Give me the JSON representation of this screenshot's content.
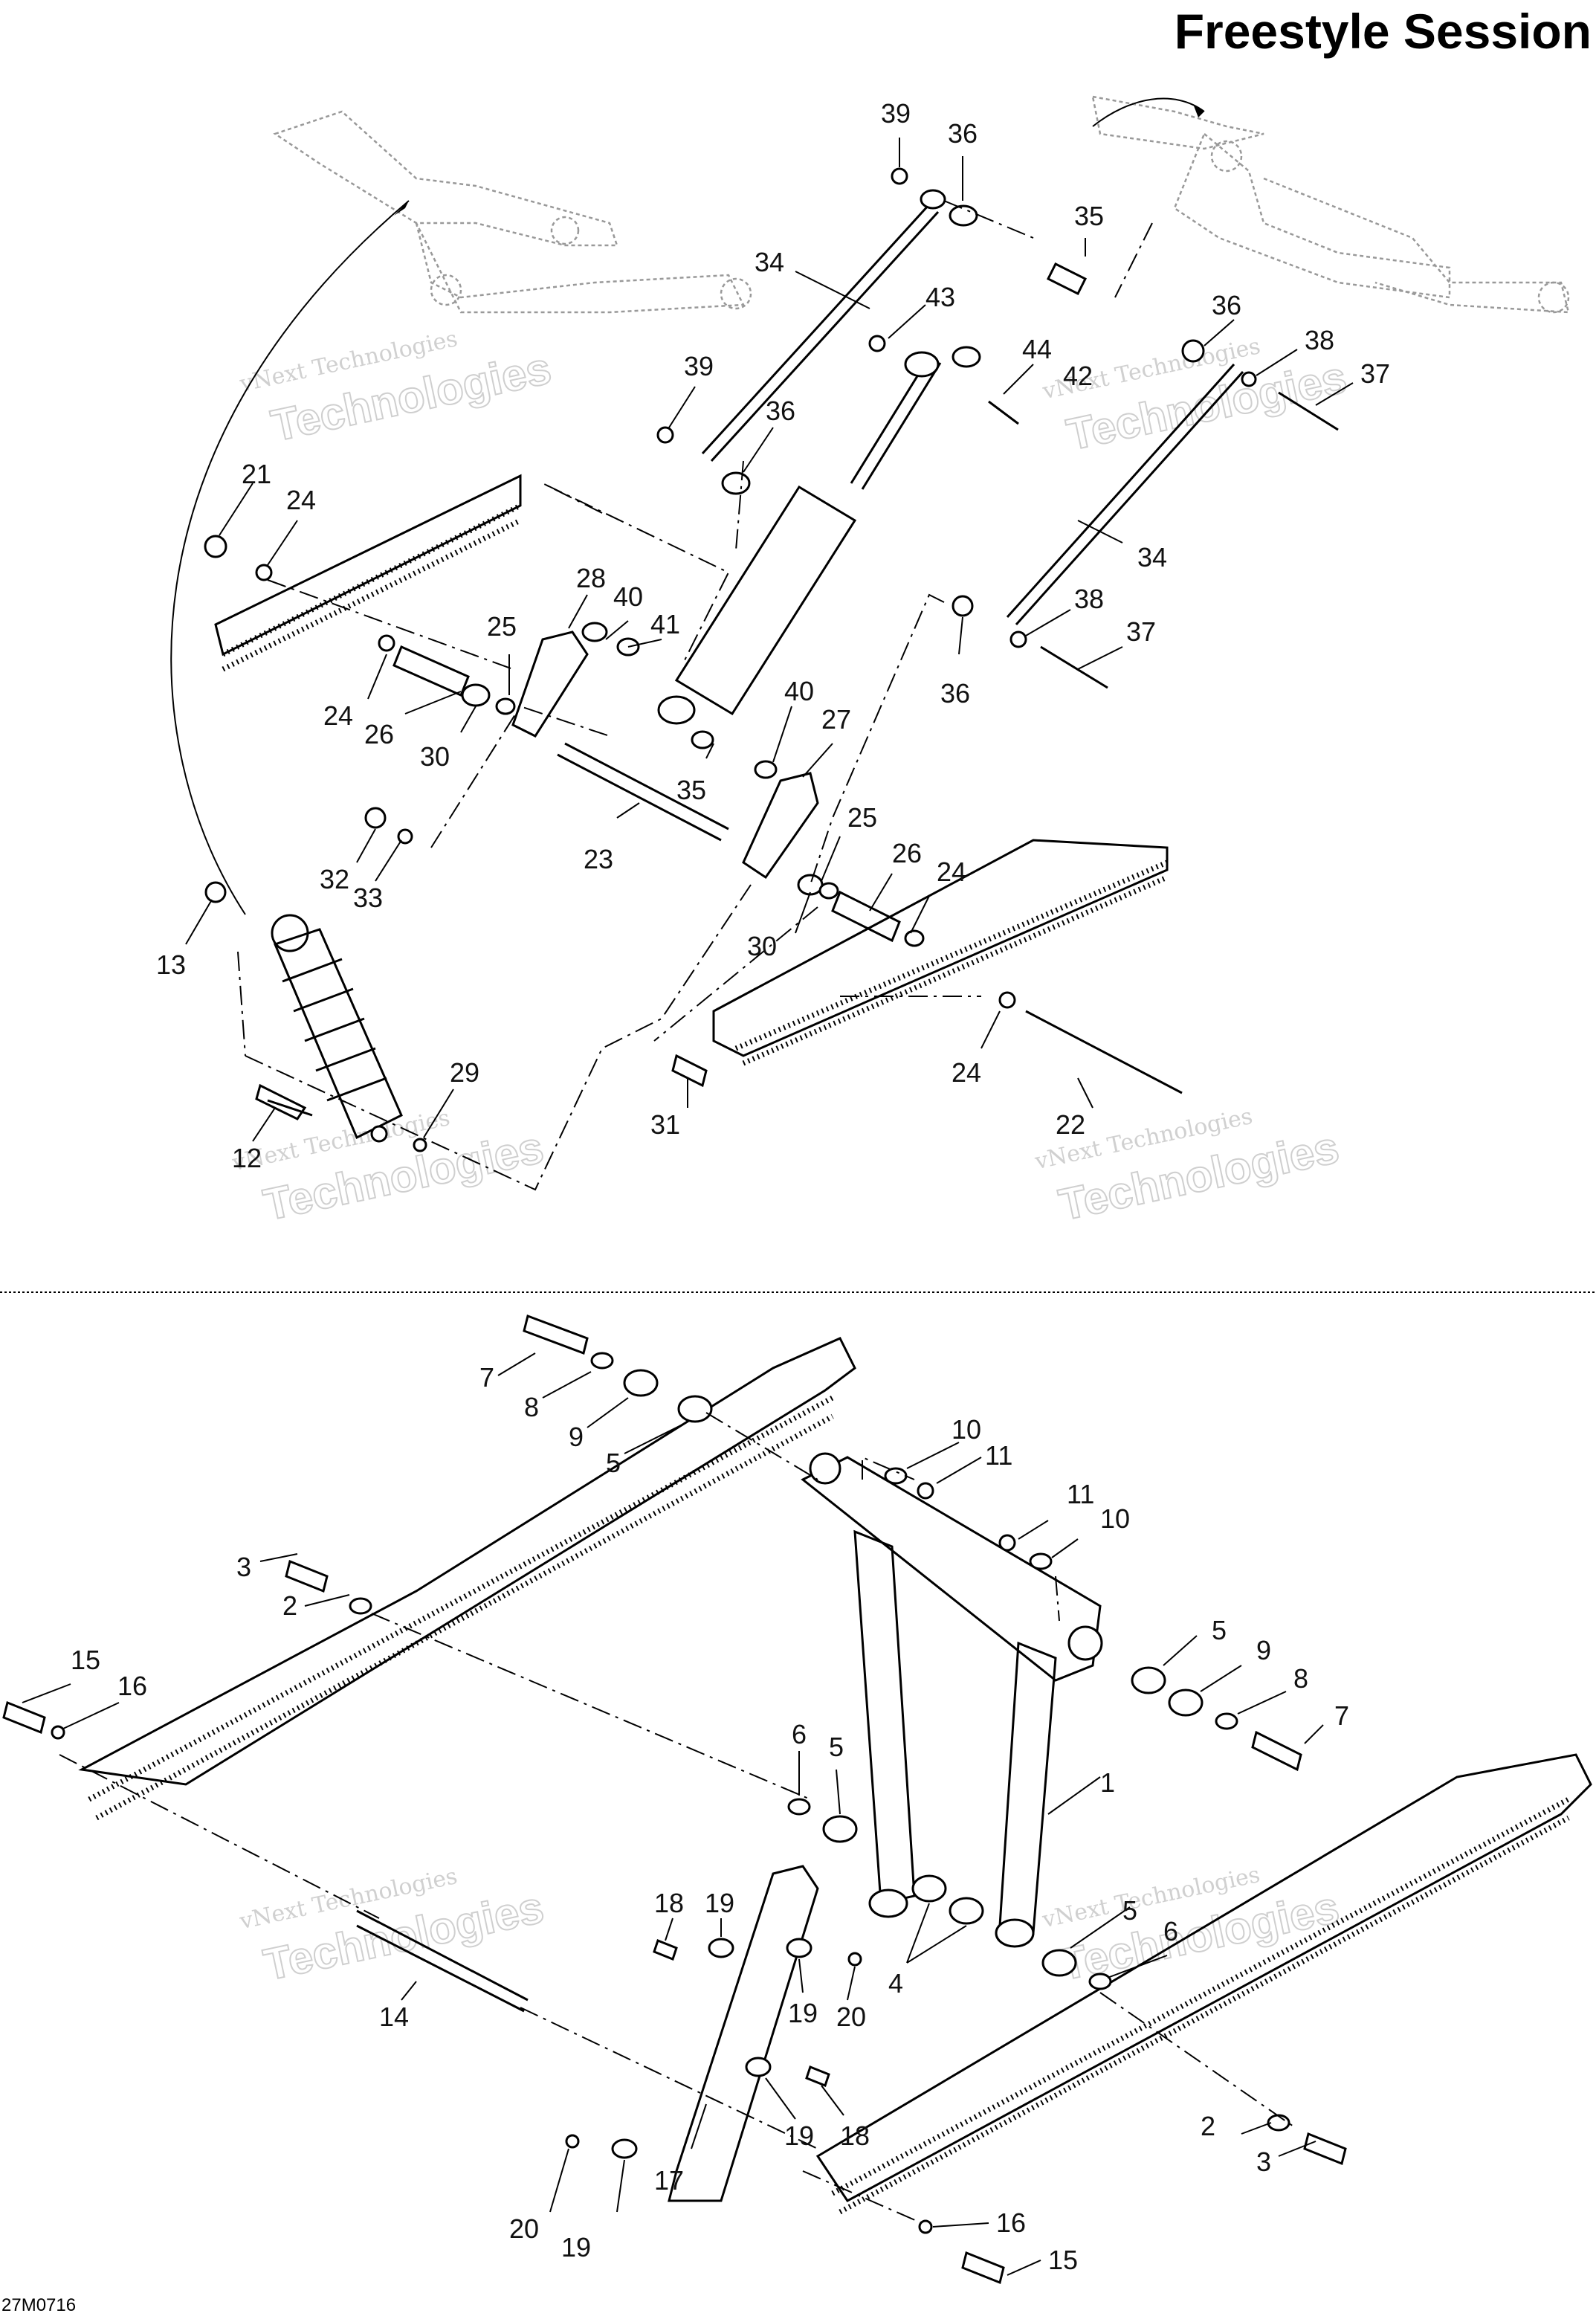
{
  "title": "Freestyle Session",
  "drawing_code": "27M0716",
  "watermark": {
    "line1": "vNext Technologies",
    "line2": "Technologies"
  },
  "callouts_upper": [
    "39",
    "36",
    "35",
    "34",
    "43",
    "44",
    "42",
    "36",
    "38",
    "37",
    "39",
    "36",
    "21",
    "24",
    "28",
    "40",
    "41",
    "25",
    "24",
    "26",
    "30",
    "27",
    "40",
    "35",
    "36",
    "38",
    "37",
    "34",
    "32",
    "33",
    "23",
    "25",
    "26",
    "24",
    "13",
    "30",
    "29",
    "31",
    "24",
    "22",
    "12"
  ],
  "callouts_lower": [
    "7",
    "8",
    "9",
    "5",
    "10",
    "11",
    "11",
    "10",
    "3",
    "2",
    "5",
    "9",
    "8",
    "7",
    "15",
    "16",
    "6",
    "5",
    "1",
    "18",
    "19",
    "14",
    "4",
    "5",
    "6",
    "19",
    "20",
    "18",
    "19",
    "20",
    "19",
    "17",
    "2",
    "3",
    "16",
    "15"
  ]
}
